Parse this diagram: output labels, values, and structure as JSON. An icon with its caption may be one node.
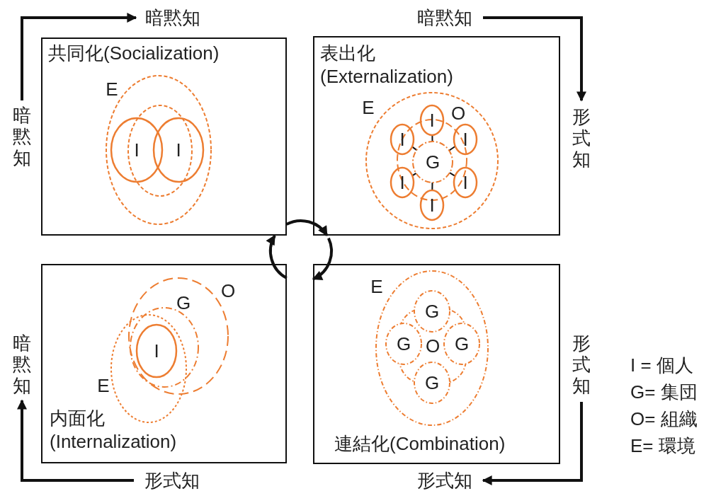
{
  "diagram": {
    "nodes": [
      {
        "text": [
          "暗黙知"
        ]
      },
      {
        "text": [
          "暗黙知"
        ]
      },
      {
        "text": [
          "共同化(Socialization)"
        ]
      },
      {
        "text": [
          "E"
        ],
        "in": 2
      },
      {
        "text": [],
        "shape": "circle",
        "in": 3
      },
      {
        "text": [
          "I"
        ],
        "in": 3
      },
      {
        "text": [
          "I"
        ],
        "in": 3
      },
      {
        "text": [
          "暗黙知"
        ]
      },
      {
        "text": [
          "表出化(Externalization)"
        ]
      },
      {
        "text": [
          "E"
        ],
        "in": 8
      },
      {
        "text": [
          "O"
        ],
        "in": 9
      },
      {
        "text": [
          "G"
        ],
        "in": 10
      },
      {
        "text": [
          "I"
        ],
        "in": 9
      },
      {
        "text": [
          "I"
        ],
        "in": 9
      },
      {
        "text": [
          "I"
        ],
        "in": 9
      },
      {
        "text": [
          "I"
        ],
        "in": 9
      },
      {
        "text": [
          "I"
        ],
        "in": 9
      },
      {
        "text": [
          "I"
        ],
        "in": 9
      },
      {
        "text": [
          "形式知"
        ]
      },
      {
        "text": [
          "内面化(Internalization)"
        ]
      },
      {
        "text": [
          "O"
        ],
        "in": 19
      },
      {
        "text": [
          "G"
        ],
        "in": 20
      },
      {
        "text": [
          "I"
        ]
      },
      {
        "text": [
          "E"
        ],
        "in": 19
      },
      {
        "text": [
          "暗黙知"
        ]
      },
      {
        "text": [
          "連結化(Combination)"
        ]
      },
      {
        "text": [
          "E"
        ],
        "in": 25
      },
      {
        "text": [
          "O"
        ],
        "in": 26
      },
      {
        "text": [
          "G"
        ],
        "in": 26
      },
      {
        "text": [
          "G"
        ],
        "in": 26
      },
      {
        "text": [
          "G"
        ],
        "in": 26
      },
      {
        "text": [
          "G"
        ],
        "in": 26
      },
      {
        "text": [
          "形式知"
        ]
      },
      {
        "text": [
          "形式知"
        ]
      },
      {
        "text": [
          "形式知"
        ]
      }
    ],
    "edges": [
      {
        "from": 7,
        "to": 0,
        "arrow": "to"
      },
      {
        "from": 1,
        "to": 18,
        "arrow": "to"
      },
      {
        "from": 32,
        "to": 34,
        "arrow": "to"
      },
      {
        "from": 33,
        "to": 24,
        "arrow": "to"
      },
      {
        "from": 2,
        "to": 8,
        "arrow": "to"
      },
      {
        "from": 8,
        "to": 25,
        "arrow": "to"
      },
      {
        "from": 19,
        "to": 2,
        "arrow": "to"
      },
      {
        "from": 12,
        "to": 11,
        "arrow": "none"
      },
      {
        "from": 13,
        "to": 11,
        "arrow": "none"
      },
      {
        "from": 14,
        "to": 11,
        "arrow": "none"
      },
      {
        "from": 15,
        "to": 11,
        "arrow": "none"
      },
      {
        "from": 16,
        "to": 11,
        "arrow": "none"
      },
      {
        "from": 17,
        "to": 11,
        "arrow": "none"
      }
    ],
    "labels": [
      "I = 個人",
      "G= 集団",
      "O= 組織",
      "E= 環境"
    ]
  }
}
